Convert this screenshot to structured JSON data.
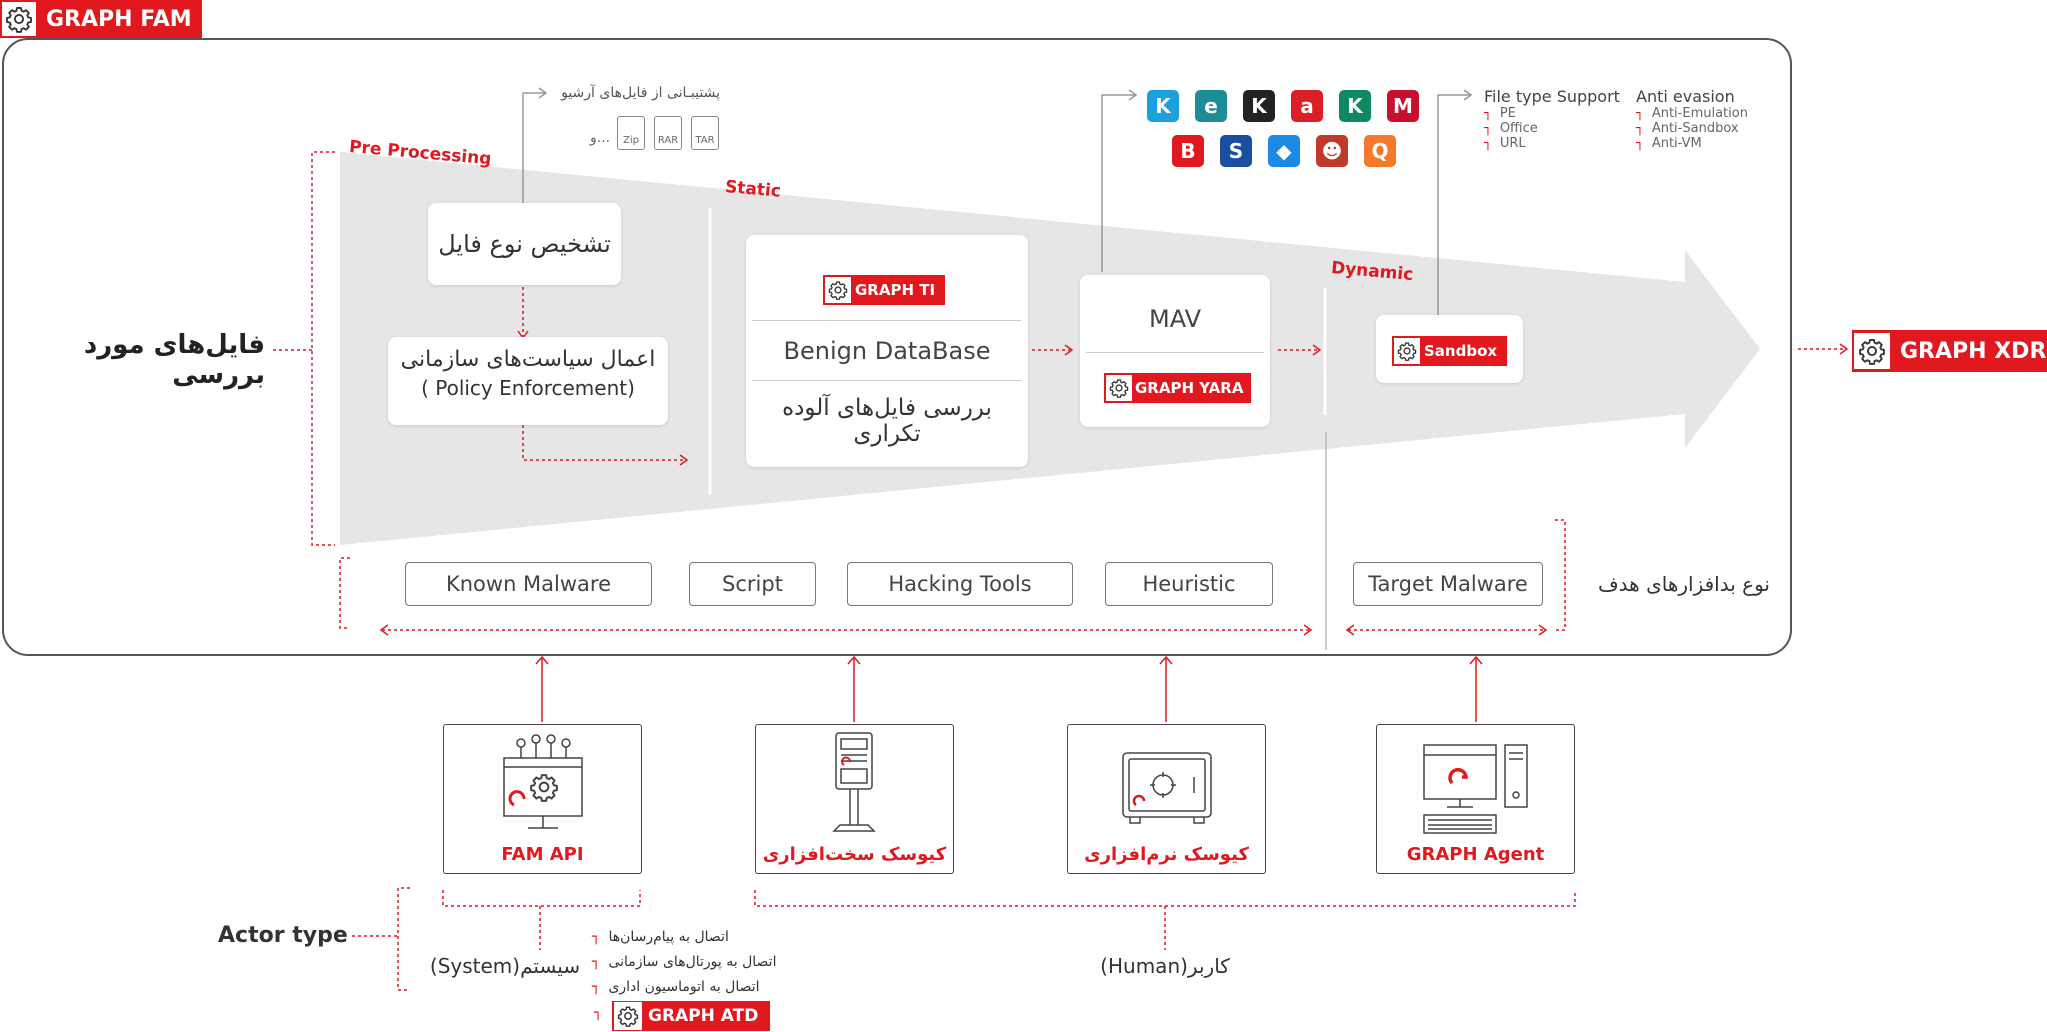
{
  "header": {
    "brand": "GRAPH FAM"
  },
  "left_label": "فایل‌های مورد بررسی",
  "output_badge": "GRAPH XDR",
  "stages": {
    "pre": "Pre Processing",
    "static": "Static",
    "dynamic": "Dynamic"
  },
  "archive": {
    "title": "پشتیبـانی از فایل‌های آرشیو",
    "more": "و...",
    "formats": [
      "Zip",
      "RAR",
      "TAR"
    ]
  },
  "pre_cards": {
    "detect": "تشخیص نوع فایل",
    "policy_fa": "اعمال سیاست‌های سازمانی",
    "policy_en": "( Policy Enforcement)"
  },
  "static_card": {
    "badge": "GRAPH TI",
    "db": "Benign DataBase",
    "repeat": "بررسی فایل‌های آلوده تکراری"
  },
  "mav_card": {
    "title": "MAV",
    "badge": "GRAPH YARA"
  },
  "sandbox_badge": "Sandbox",
  "av_icons": {
    "row1": [
      {
        "name": "kaspersky-like-icon",
        "glyph": "K",
        "color": "#1ba0e2"
      },
      {
        "name": "eset-icon",
        "glyph": "e",
        "color": "#1c8c96"
      },
      {
        "name": "kaspersky-icon",
        "glyph": "K",
        "color": "#222222"
      },
      {
        "name": "avira-icon",
        "glyph": "a",
        "color": "#dc1f26"
      },
      {
        "name": "k7-icon",
        "glyph": "K",
        "color": "#0e8a5f"
      },
      {
        "name": "mcafee-icon",
        "glyph": "M",
        "color": "#c8102e"
      }
    ],
    "row2": [
      {
        "name": "bitdefender-icon",
        "glyph": "B",
        "color": "#e1191f"
      },
      {
        "name": "sophos-icon",
        "glyph": "S",
        "color": "#1a4fa0"
      },
      {
        "name": "defender-icon",
        "glyph": "◆",
        "color": "#1e88e5"
      },
      {
        "name": "clamav-icon",
        "glyph": "☻",
        "color": "#c0392b"
      },
      {
        "name": "quickheal-icon",
        "glyph": "Q",
        "color": "#f4792b"
      }
    ]
  },
  "filetype": {
    "title": "File type Support",
    "items": [
      "PE",
      "Office",
      "URL"
    ]
  },
  "anti_evasion": {
    "title": "Anti evasion",
    "items": [
      "Anti-Emulation",
      "Anti-Sandbox",
      "Anti-VM"
    ]
  },
  "malware_types": {
    "label": "نوع بدافزارهای هدف",
    "items": [
      "Known Malware",
      "Script",
      "Hacking Tools",
      "Heuristic"
    ],
    "target": "Target Malware"
  },
  "actors": [
    {
      "label": "FAM API",
      "icon": "api-monitor-icon"
    },
    {
      "label": "کیوسک سخت‌افزاری",
      "icon": "hardware-kiosk-icon"
    },
    {
      "label": "کیوسک نرم‌افزاری",
      "icon": "software-kiosk-icon"
    },
    {
      "label": "GRAPH Agent",
      "icon": "workstation-icon"
    }
  ],
  "actor_type": {
    "label": "Actor type",
    "system": "سیستم(System)",
    "human": "کاربر(Human)",
    "connections": [
      "اتصال به پیام‌رسان‌ها",
      "اتصال به پورتال‌های سازمانی",
      "اتصال به اتوماسیون اداری"
    ],
    "atd": "GRAPH ATD"
  },
  "colors": {
    "accent": "#e1191f",
    "funnel": "#e6e6e6"
  }
}
